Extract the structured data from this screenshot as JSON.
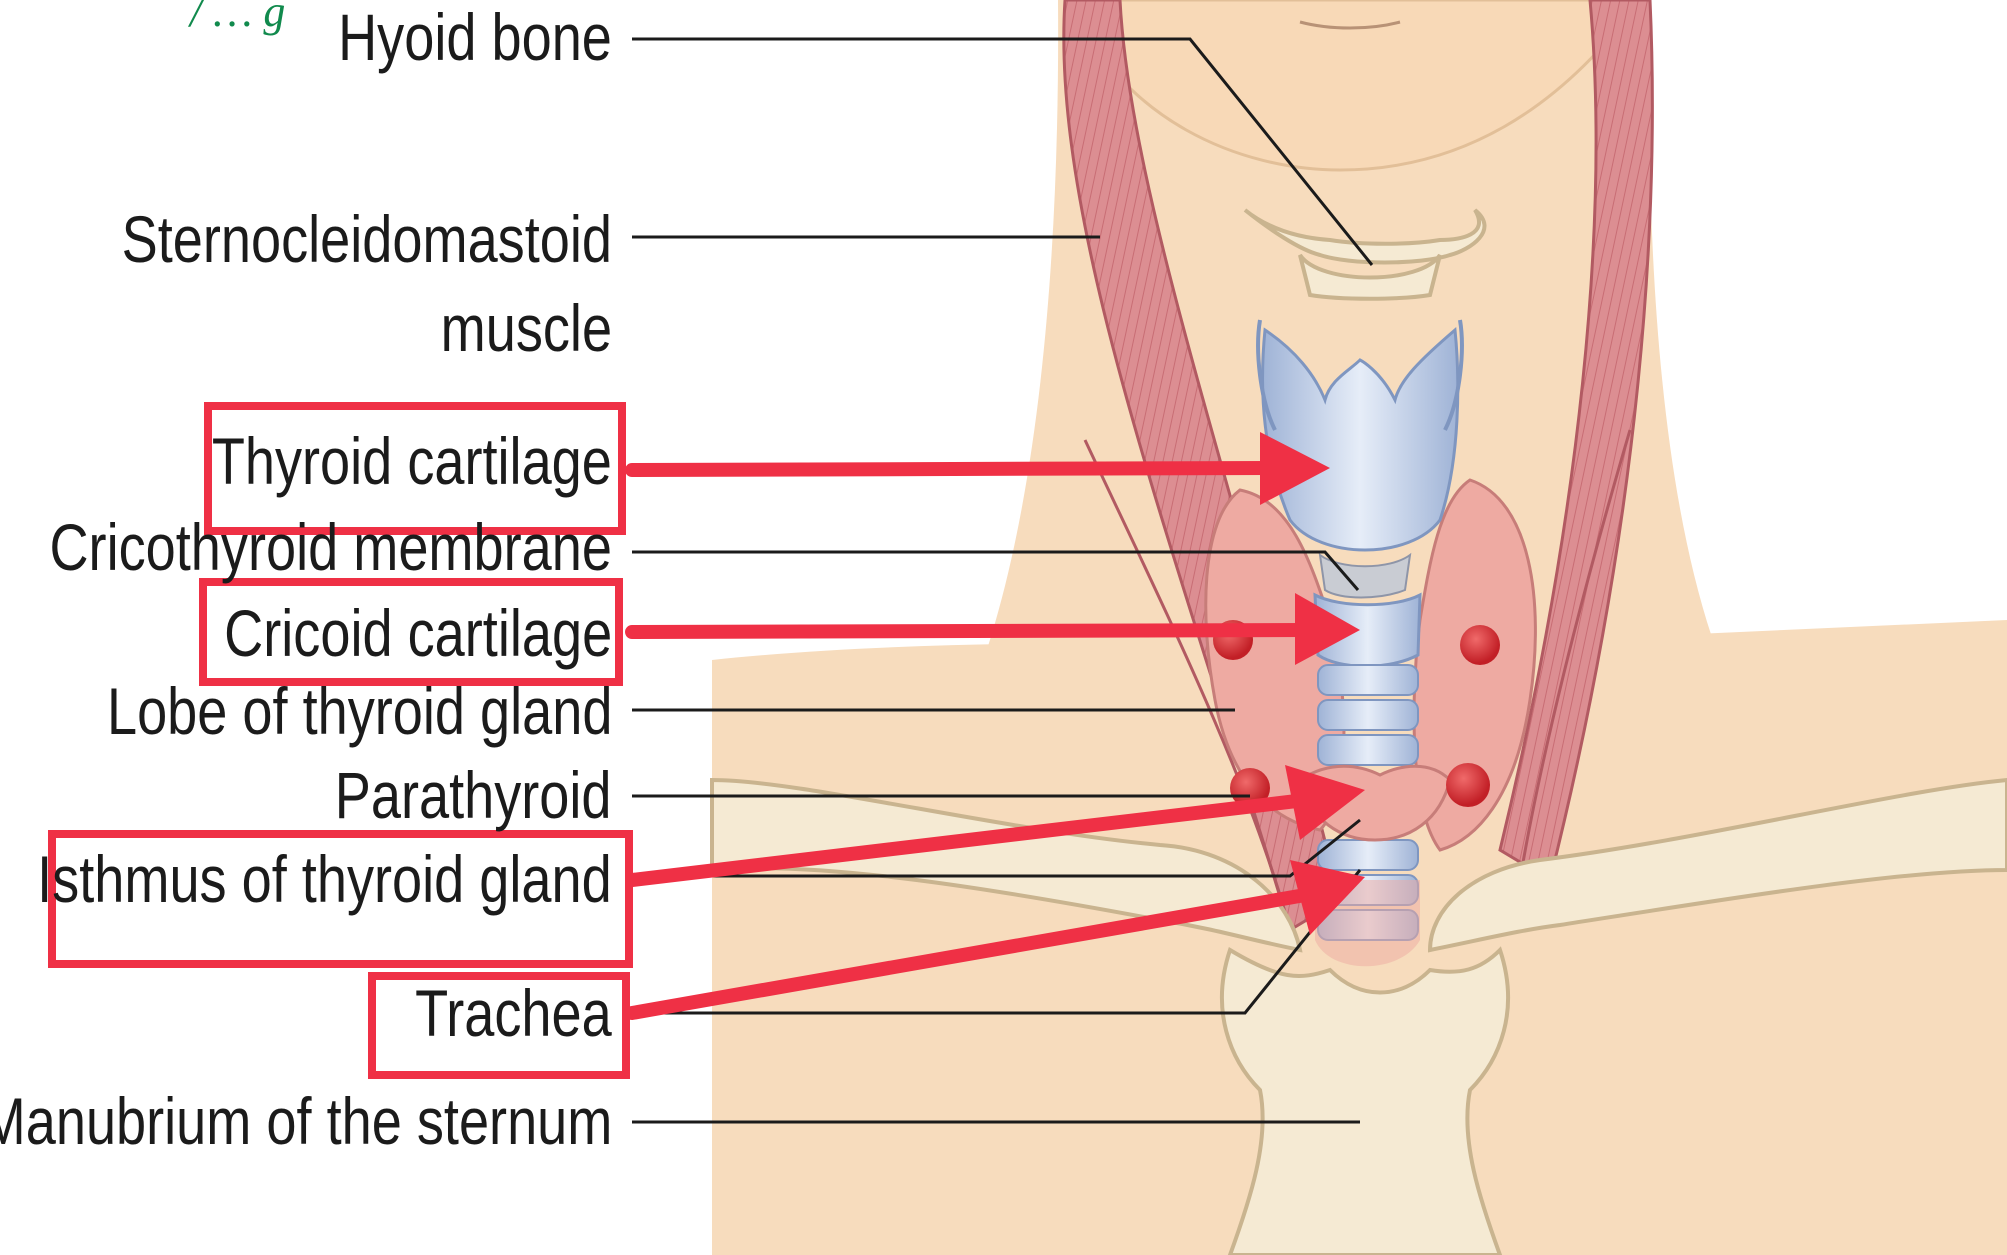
{
  "diagram": {
    "top_fragment": "/ … g",
    "labels": {
      "hyoid_bone": "Hyoid bone",
      "sternocleidomastoid_1": "Sternocleidomastoid",
      "sternocleidomastoid_2": "muscle",
      "thyroid_cartilage": "Thyroid cartilage",
      "cricothyroid_membrane": "Cricothyroid membrane",
      "cricoid_cartilage": "Cricoid cartilage",
      "lobe_of_thyroid_gland": "Lobe of thyroid gland",
      "parathyroid": "Parathyroid",
      "isthmus_of_thyroid_gland": "Isthmus of thyroid gland",
      "trachea": "Trachea",
      "manubrium": "Manubrium of the sternum"
    },
    "highlighted": [
      "Thyroid cartilage",
      "Cricoid cartilage",
      "Isthmus of thyroid gland",
      "Trachea"
    ],
    "colors": {
      "highlight": "#ef3045",
      "skin": "#f7dcbd",
      "muscle": "#d9868a",
      "cartilage": "#c3d2ea",
      "bone": "#f5ead3",
      "thyroid": "#eeaaa2",
      "parathyroid": "#d93035"
    }
  }
}
